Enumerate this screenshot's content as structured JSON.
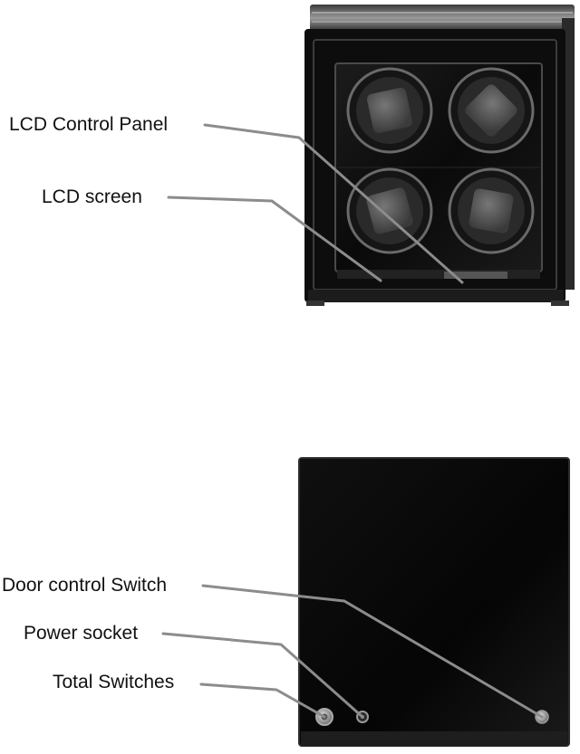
{
  "front_view": {
    "callouts": [
      {
        "id": "lcd-control-panel",
        "text": "LCD Control Panel"
      },
      {
        "id": "lcd-screen",
        "text": "LCD screen"
      }
    ],
    "winder_slot_count": 4
  },
  "back_view": {
    "callouts": [
      {
        "id": "door-control-switch",
        "text": "Door control Switch"
      },
      {
        "id": "power-socket",
        "text": "Power socket"
      },
      {
        "id": "total-switches",
        "text": "Total Switches"
      }
    ]
  },
  "colors": {
    "casing": "#0d0d0d",
    "rotor": "#5a5a5a",
    "leader_line": "#8c8c8c"
  }
}
